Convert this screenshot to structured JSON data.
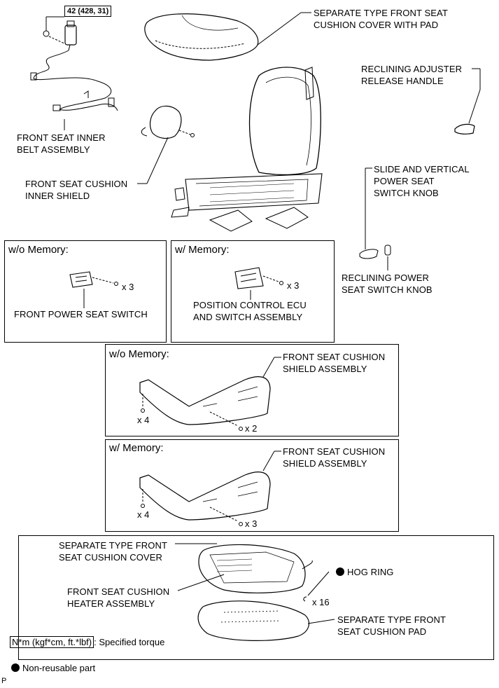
{
  "torque_tag": "42 (428, 31)",
  "labels": {
    "cushion_cover_with_pad": "SEPARATE TYPE FRONT SEAT\nCUSHION COVER WITH PAD",
    "reclining_handle": "RECLINING ADJUSTER\nRELEASE HANDLE",
    "inner_belt": "FRONT SEAT INNER\nBELT ASSEMBLY",
    "inner_shield": "FRONT SEAT CUSHION\nINNER SHIELD",
    "slide_knob": "SLIDE AND VERTICAL\nPOWER SEAT\nSWITCH KNOB",
    "reclining_knob": "RECLINING POWER\nSEAT SWITCH KNOB",
    "power_switch": "FRONT POWER SEAT SWITCH",
    "ecu_switch": "POSITION CONTROL ECU\nAND SWITCH ASSEMBLY",
    "shield_assy_1": "FRONT SEAT CUSHION\nSHIELD ASSEMBLY",
    "shield_assy_2": "FRONT SEAT CUSHION\nSHIELD ASSEMBLY",
    "cushion_cover": "SEPARATE TYPE FRONT\nSEAT CUSHION COVER",
    "heater": "FRONT SEAT CUSHION\nHEATER ASSEMBLY",
    "hog_ring": "HOG RING",
    "cushion_pad": "SEPARATE TYPE FRONT\nSEAT CUSHION PAD"
  },
  "boxes": {
    "wo_memory_switch": "w/o Memory:",
    "w_memory_switch": "w/ Memory:",
    "wo_memory_shield": "w/o Memory:",
    "w_memory_shield": "w/ Memory:"
  },
  "quantities": {
    "switch_screws": "x 3",
    "ecu_screws": "x 3",
    "shield1_screws_a": "x 4",
    "shield1_screws_b": "x 2",
    "shield2_screws_a": "x 4",
    "shield2_screws_b": "x 3",
    "hog_rings": "x 16"
  },
  "legend": {
    "torque_unit": "N*m (kgf*cm, ft.*lbf)",
    "torque_text": ": Specified torque",
    "nonreusable": "Non-reusable part"
  },
  "corner_mark": "P"
}
